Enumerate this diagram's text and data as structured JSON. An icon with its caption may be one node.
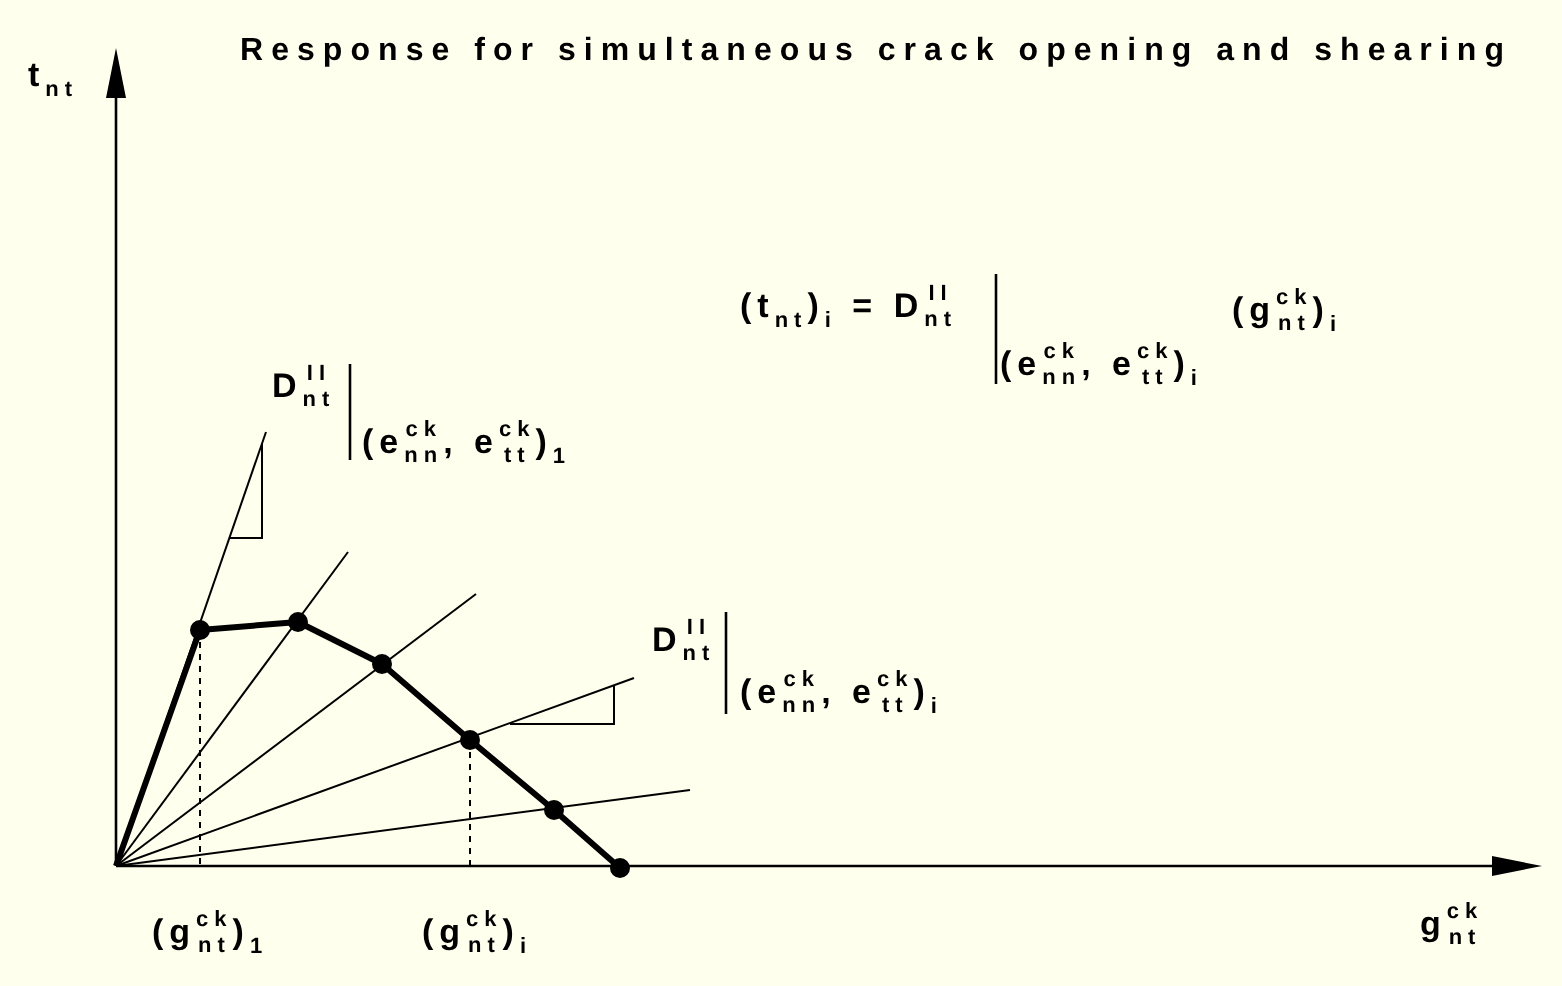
{
  "diagram": {
    "title": "Response for simultaneous crack opening and shearing",
    "labels": [
      "t$_{nt}$",
      "(t$_{nt}$)$_{i}$ = D$^{II}$$_{nt}$",
      "(e$^{ck}$$_{nn}$, e$^{ck}$$_{tt}$)$_{i}$",
      "(g$^{ck}$$_{nt}$)$_{i}$",
      "D$^{II}$$_{nt}$",
      "(e$^{ck}$$_{nn}$, e$^{ck}$$_{tt}$)$_{1}$",
      "D$^{II}$$_{nt}$",
      "(e$^{ck}$$_{nn}$, e$^{ck}$$_{tt}$)$_{i}$",
      "(g$^{ck}$$_{nt}$)$_{1}$",
      "(g$^{ck}$$_{nt}$)$_{i}$",
      "g$^{ck}$$_{nt}$"
    ]
  }
}
